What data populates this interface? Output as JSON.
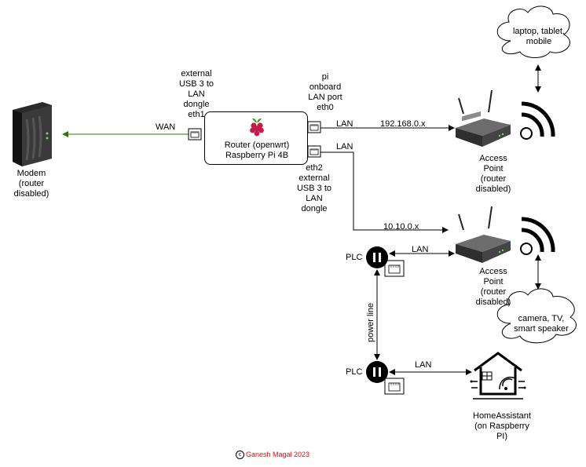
{
  "labels": {
    "modem": [
      "Modem",
      "(router",
      "disabled)"
    ],
    "wan": "WAN",
    "eth1_label": [
      "external",
      "USB 3 to",
      "LAN",
      "dongle",
      "eth1"
    ],
    "eth0_label": [
      "pi",
      "onboard",
      "LAN port",
      "eth0"
    ],
    "router": [
      "Router (openwrt)",
      "Raspberry Pi 4B"
    ],
    "lan_top": "LAN",
    "lan_mid": "LAN",
    "subnet1": "192.168.0.x",
    "subnet2": "10.10.0.x",
    "eth2_label": [
      "eth2",
      "external",
      "USB 3 to",
      "LAN",
      "dongle"
    ],
    "ap1": [
      "Access",
      "Point",
      "(router",
      "disabled)"
    ],
    "ap2": [
      "Access",
      "Point",
      "(router",
      "disabled)"
    ],
    "cloud1": [
      "laptop, tablet,",
      "mobile"
    ],
    "cloud2": [
      "camera, TV,",
      "smart speaker"
    ],
    "plc1": "PLC",
    "plc2": "PLC",
    "lan_plc1": "LAN",
    "lan_plc2": "LAN",
    "power_line": "power line",
    "homeassistant": [
      "HomeAssistant",
      "(on Raspberry",
      "PI)"
    ],
    "copyright": "Ganesh Magal 2023",
    "copyright_symbol": "c"
  },
  "colors": {
    "wan_line": "#2d7a00",
    "raspberry": "#c51a4a",
    "leaf": "#3c9d26",
    "copyright_text": "#ff0000"
  },
  "icons": {
    "modem": "modem-icon",
    "raspberry": "raspberry-pi-logo-icon",
    "ethernet": "ethernet-port-icon",
    "access_point": "wireless-router-icon",
    "wifi": "wifi-signal-icon",
    "plc": "plc-adapter-icon",
    "smart_home": "smart-home-icon"
  }
}
